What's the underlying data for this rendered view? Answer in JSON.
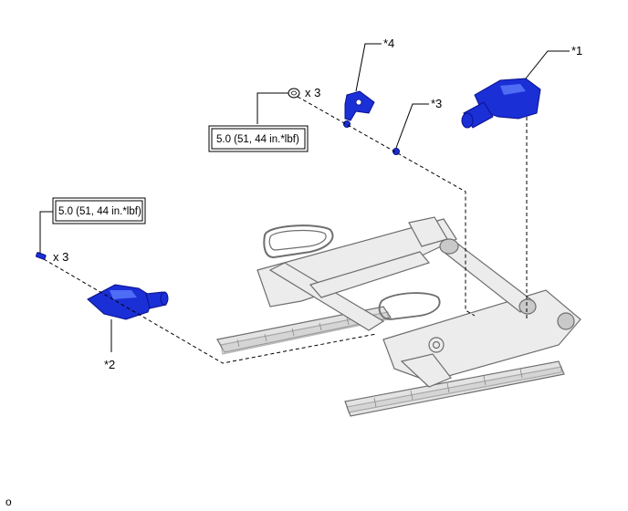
{
  "colors": {
    "part_highlight": "#1b2fd6",
    "frame_line": "#6e6e6e",
    "frame_fill": "#ececec"
  },
  "callouts": {
    "c1": "*1",
    "c2": "*2",
    "c3": "*3",
    "c4": "*4"
  },
  "torque": {
    "upper": "5.0 (51, 44 in.*lbf)",
    "left": "5.0 (51, 44 in.*lbf)"
  },
  "quantities": {
    "upper": "x 3",
    "left": "x 3"
  },
  "figure_code": "o"
}
